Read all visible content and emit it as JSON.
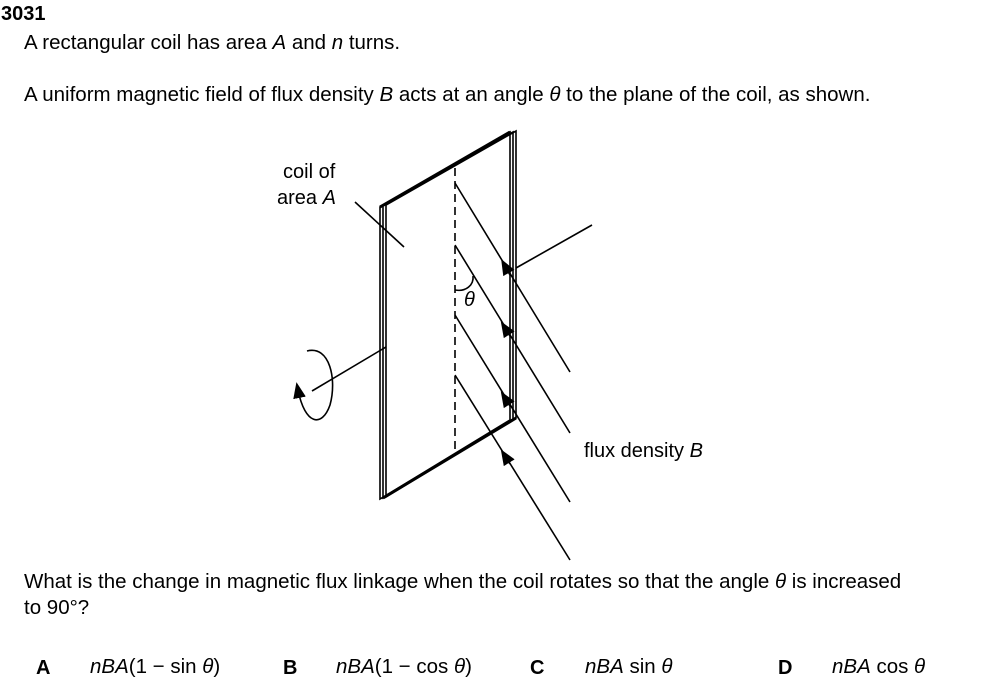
{
  "question_number": "3031",
  "line1": {
    "pre": "A rectangular coil has area ",
    "A": "A",
    "mid": " and ",
    "n": "n",
    "post": " turns."
  },
  "line2": {
    "pre": "A uniform magnetic field of flux density ",
    "B": "B",
    "mid": " acts at an angle ",
    "theta": "θ",
    "post": " to the plane of the coil, as shown."
  },
  "diagram": {
    "coil_label_1": "coil of",
    "coil_label_2": "area ",
    "coil_label_A": "A",
    "theta": "θ",
    "flux_label": "flux density ",
    "flux_B": "B"
  },
  "question": {
    "pre": "What is the change in magnetic flux linkage when the coil rotates so that the angle ",
    "theta": "θ",
    "post": " is increased",
    "line2": "to 90°?"
  },
  "options": [
    {
      "letter": "A",
      "text": "nBA(1 − sin θ)"
    },
    {
      "letter": "B",
      "text": "nBA(1 − cos θ)"
    },
    {
      "letter": "C",
      "text": "nBA sin θ"
    },
    {
      "letter": "D",
      "text": "nBA cos θ"
    }
  ]
}
